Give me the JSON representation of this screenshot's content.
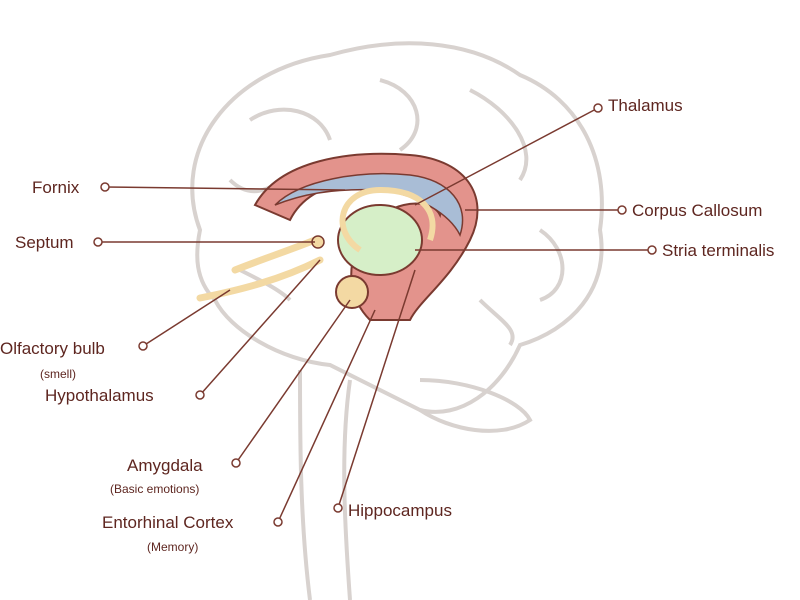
{
  "diagram": {
    "colors": {
      "label": "#5e2620",
      "leader": "#7a3a30",
      "brain_outline": "#d8d2cf",
      "corpus_callosum": "#e3938c",
      "ventricle": "#a9bdd6",
      "thalamus": "#d6efc8",
      "limbic_yellow": "#f3d9a3"
    },
    "labels": {
      "thalamus": "Thalamus",
      "fornix": "Fornix",
      "corpus_callosum": "Corpus Callosum",
      "septum": "Septum",
      "stria_terminalis": "Stria terminalis",
      "olfactory_bulb": "Olfactory bulb",
      "olfactory_bulb_note": "(smell)",
      "hypothalamus": "Hypothalamus",
      "amygdala": "Amygdala",
      "amygdala_note": "(Basic emotions)",
      "entorhinal_cortex": "Entorhinal Cortex",
      "entorhinal_cortex_note": "(Memory)",
      "hippocampus": "Hippocampus"
    }
  }
}
